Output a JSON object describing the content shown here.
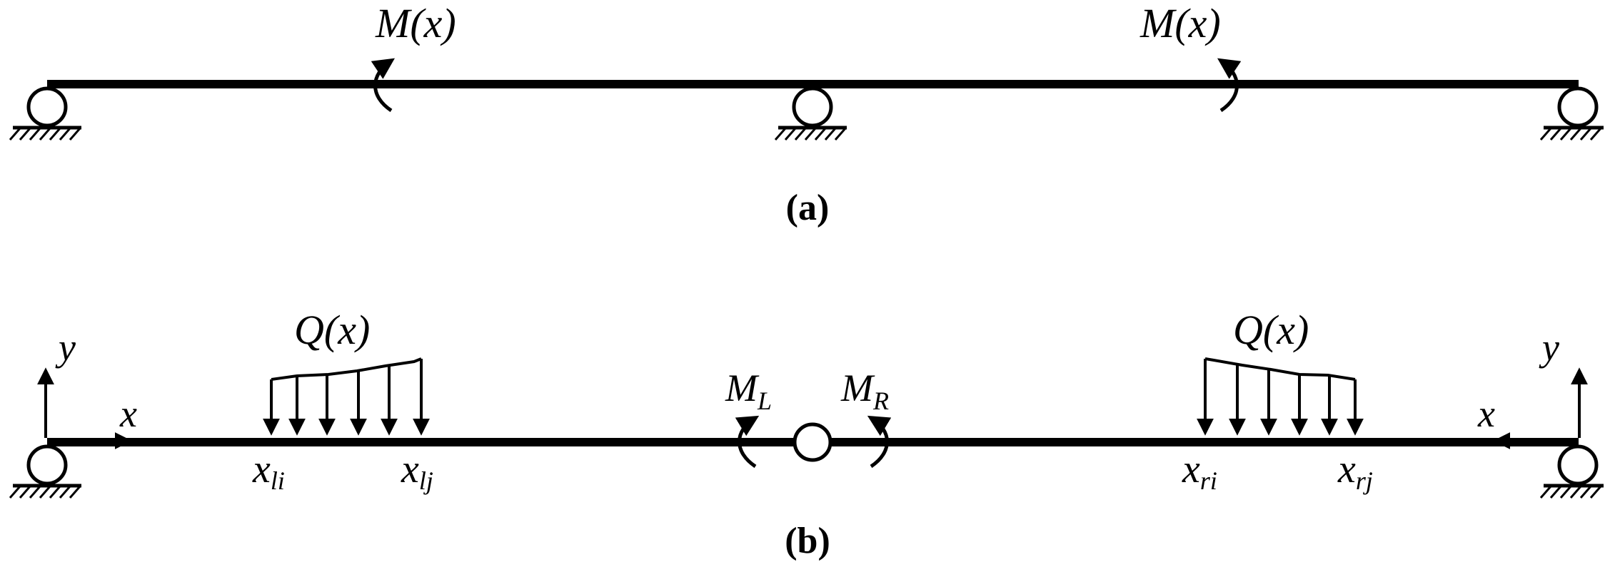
{
  "panel_a": {
    "caption": "(a)",
    "moment_left": "M(x)",
    "moment_right": "M(x)"
  },
  "panel_b": {
    "caption": "(b)",
    "load_left": "Q(x)",
    "load_right": "Q(x)",
    "axis_y_left": "y",
    "axis_x_left": "x",
    "axis_y_right": "y",
    "axis_x_right": "x",
    "moment_l": {
      "main": "M",
      "sub": "L"
    },
    "moment_r": {
      "main": "M",
      "sub": "R"
    },
    "x_li": {
      "main": "x",
      "sub": "li"
    },
    "x_lj": {
      "main": "x",
      "sub": "lj"
    },
    "x_ri": {
      "main": "x",
      "sub": "ri"
    },
    "x_rj": {
      "main": "x",
      "sub": "rj"
    }
  }
}
